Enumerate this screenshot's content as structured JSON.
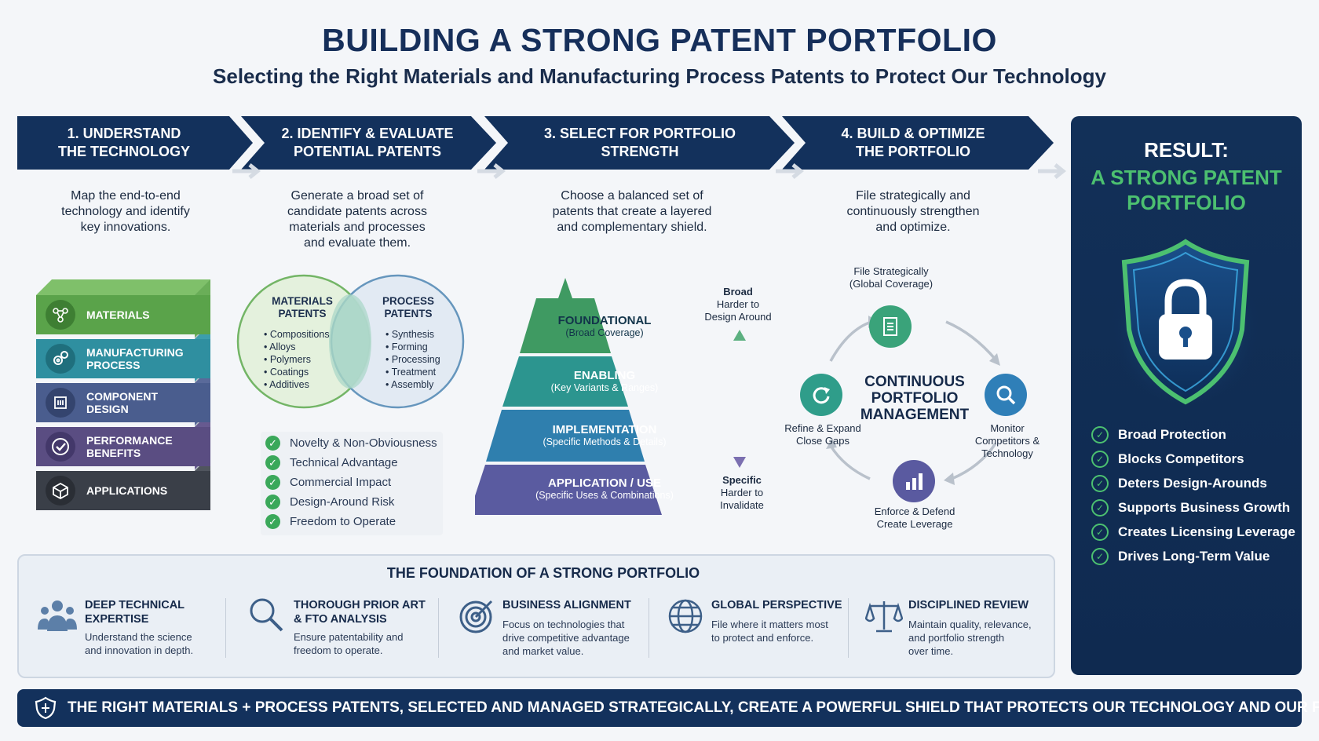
{
  "header": {
    "title": "BUILDING A STRONG PATENT PORTFOLIO",
    "subtitle": "Selecting the Right Materials and Manufacturing Process Patents to Protect Our Technology"
  },
  "steps": [
    {
      "line1": "1. UNDERSTAND",
      "line2": "THE TECHNOLOGY",
      "desc": [
        "Map the end-to-end",
        "technology and identify",
        "key innovations."
      ]
    },
    {
      "line1": "2. IDENTIFY & EVALUATE",
      "line2": "POTENTIAL PATENTS",
      "desc": [
        "Generate a broad set of",
        "candidate patents across",
        "materials and processes",
        "and evaluate them."
      ]
    },
    {
      "line1": "3. SELECT FOR PORTFOLIO",
      "line2": "STRENGTH",
      "desc": [
        "Choose a balanced set of",
        "patents that create a layered",
        "and complementary shield."
      ]
    },
    {
      "line1": "4. BUILD & OPTIMIZE",
      "line2": "THE PORTFOLIO",
      "desc": [
        "File strategically and",
        "continuously strengthen",
        "and optimize."
      ]
    }
  ],
  "layers": [
    {
      "line1": "MATERIALS",
      "line2": "",
      "color": "#5aa34a",
      "icon": "molecule-icon"
    },
    {
      "line1": "MANUFACTURING",
      "line2": "PROCESS",
      "color": "#2f8fa0",
      "icon": "gears-icon"
    },
    {
      "line1": "COMPONENT",
      "line2": "DESIGN",
      "color": "#4a5d8e",
      "icon": "component-icon"
    },
    {
      "line1": "PERFORMANCE",
      "line2": "BENEFITS",
      "color": "#5a4d82",
      "icon": "checkmark-badge-icon"
    },
    {
      "line1": "APPLICATIONS",
      "line2": "",
      "color": "#3a3f48",
      "icon": "cube-icon"
    }
  ],
  "venn": {
    "left": {
      "title1": "MATERIALS",
      "title2": "PATENTS",
      "items": [
        "• Compositions",
        "• Alloys",
        "• Polymers",
        "• Coatings",
        "• Additives"
      ]
    },
    "right": {
      "title1": "PROCESS",
      "title2": "PATENTS",
      "items": [
        "• Synthesis",
        "• Forming",
        "• Processing",
        "• Treatment",
        "• Assembly"
      ]
    }
  },
  "criteria": [
    "Novelty & Non-Obviousness",
    "Technical Advantage",
    "Commercial Impact",
    "Design-Around Risk",
    "Freedom to Operate"
  ],
  "pyramid": [
    {
      "title": "FOUNDATIONAL",
      "sub": "(Broad Coverage)",
      "color": "#3f9a62"
    },
    {
      "title": "ENABLING",
      "sub": "(Key Variants & Ranges)",
      "color": "#2c958f"
    },
    {
      "title": "IMPLEMENTATION",
      "sub": "(Specific Methods & Details)",
      "color": "#2f7fae"
    },
    {
      "title": "APPLICATION / USE",
      "sub": "(Specific Uses & Combinations)",
      "color": "#5a5ba0"
    }
  ],
  "scale": {
    "top": {
      "line1": "Broad",
      "line2": "Harder to",
      "line3": "Design Around"
    },
    "bottom": {
      "line1": "Specific",
      "line2": "Harder to",
      "line3": "Invalidate"
    }
  },
  "cycle": {
    "center": [
      "CONTINUOUS",
      "PORTFOLIO",
      "MANAGEMENT"
    ],
    "nodes": [
      {
        "line1": "File Strategically",
        "line2": "(Global Coverage)",
        "color": "#3aa37a",
        "icon": "document-icon"
      },
      {
        "line1": "Monitor",
        "line2": "Competitors &",
        "line3": "Technology",
        "color": "#2f7fb8",
        "icon": "magnifier-icon"
      },
      {
        "line1": "Enforce & Defend",
        "line2": "Create Leverage",
        "color": "#5a5aa0",
        "icon": "bar-chart-icon"
      },
      {
        "line1": "Refine & Expand",
        "line2": "Close Gaps",
        "color": "#2f9d8a",
        "icon": "refresh-icon"
      }
    ]
  },
  "foundation": {
    "title": "THE FOUNDATION OF A STRONG PORTFOLIO",
    "items": [
      {
        "h1": "DEEP TECHNICAL",
        "h2": "EXPERTISE",
        "b": [
          "Understand the science",
          "and innovation in depth."
        ],
        "icon": "team-icon"
      },
      {
        "h1": "THOROUGH PRIOR ART",
        "h2": "& FTO ANALYSIS",
        "b": [
          "Ensure patentability and",
          "freedom to operate."
        ],
        "icon": "search-icon"
      },
      {
        "h1": "BUSINESS ALIGNMENT",
        "h2": "",
        "b": [
          "Focus on technologies that",
          "drive competitive advantage",
          "and market value."
        ],
        "icon": "target-icon"
      },
      {
        "h1": "GLOBAL PERSPECTIVE",
        "h2": "",
        "b": [
          "File where it matters most",
          "to protect and enforce."
        ],
        "icon": "globe-icon"
      },
      {
        "h1": "DISCIPLINED REVIEW",
        "h2": "",
        "b": [
          "Maintain quality, relevance,",
          "and portfolio strength",
          "over time."
        ],
        "icon": "scales-icon"
      }
    ]
  },
  "result": {
    "label": "RESULT:",
    "line1": "A STRONG PATENT",
    "line2": "PORTFOLIO",
    "items": [
      "Broad Protection",
      "Blocks Competitors",
      "Deters Design-Arounds",
      "Supports Business Growth",
      "Creates Licensing Leverage",
      "Drives Long-Term Value"
    ]
  },
  "banner": "THE RIGHT MATERIALS + PROCESS PATENTS, SELECTED AND MANAGED STRATEGICALLY, CREATE A POWERFUL SHIELD THAT PROTECTS OUR TECHNOLOGY AND OUR FUTURE.",
  "colors": {
    "navy": "#13315c",
    "green": "#4cc070",
    "accent": "#1a2d4c"
  }
}
